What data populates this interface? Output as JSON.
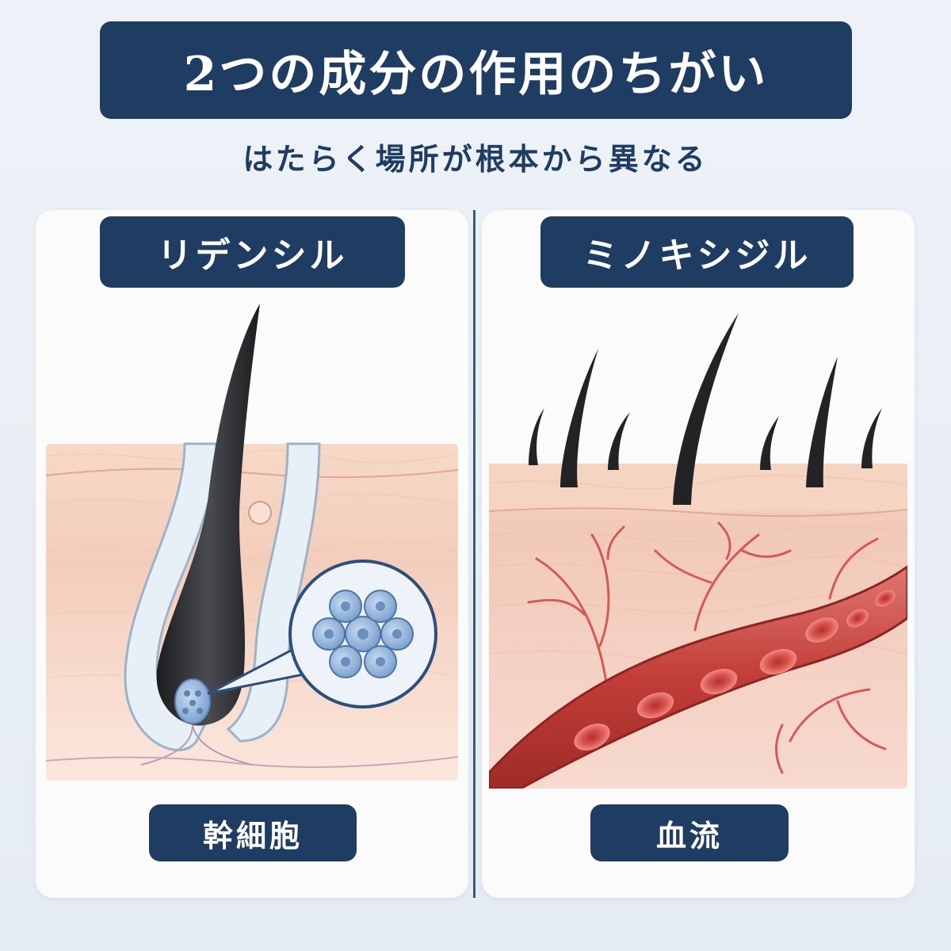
{
  "header": {
    "title": "2つの成分の作用のちがい",
    "subtitle": "はたらく場所が根本から異なる"
  },
  "panels": [
    {
      "label": "リデンシル",
      "caption": "幹細胞",
      "illustration": "hair-follicle-stem-cell"
    },
    {
      "label": "ミノキシジル",
      "caption": "血流",
      "illustration": "scalp-blood-vessel"
    }
  ],
  "colors": {
    "navy": "#1f3d63",
    "skin": "#f4d3c4",
    "vessel": "#c9443f",
    "cell": "#8fb0d8",
    "hair": "#2b2b2e"
  }
}
